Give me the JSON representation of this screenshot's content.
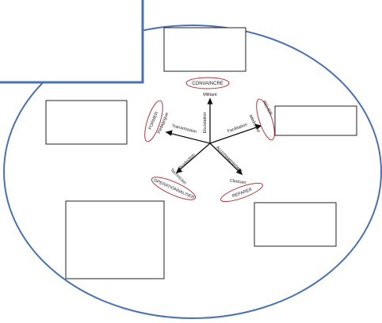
{
  "diagram": {
    "colors": {
      "outer_circle": "#4a72b0",
      "pill_outline": "#b5363c",
      "spoke": "#111111",
      "box_border": "#222222"
    },
    "nodes": {
      "convaincre": {
        "label": "CONVAINCRE",
        "role": "Militant",
        "method": "Elucidation"
      },
      "relier": {
        "label": "RELIER",
        "role": "Médiateur",
        "method": "Facilitation"
      },
      "reparer": {
        "label": "REPARER",
        "role": "Clinicien",
        "method": "Accompagnement"
      },
      "operationnaliser": {
        "label": "OPERATIONNALISER",
        "role": "Technicien",
        "method": "Production"
      },
      "former": {
        "label": "FORMER",
        "role": "Pédagogue",
        "method": "Transmission"
      }
    }
  }
}
